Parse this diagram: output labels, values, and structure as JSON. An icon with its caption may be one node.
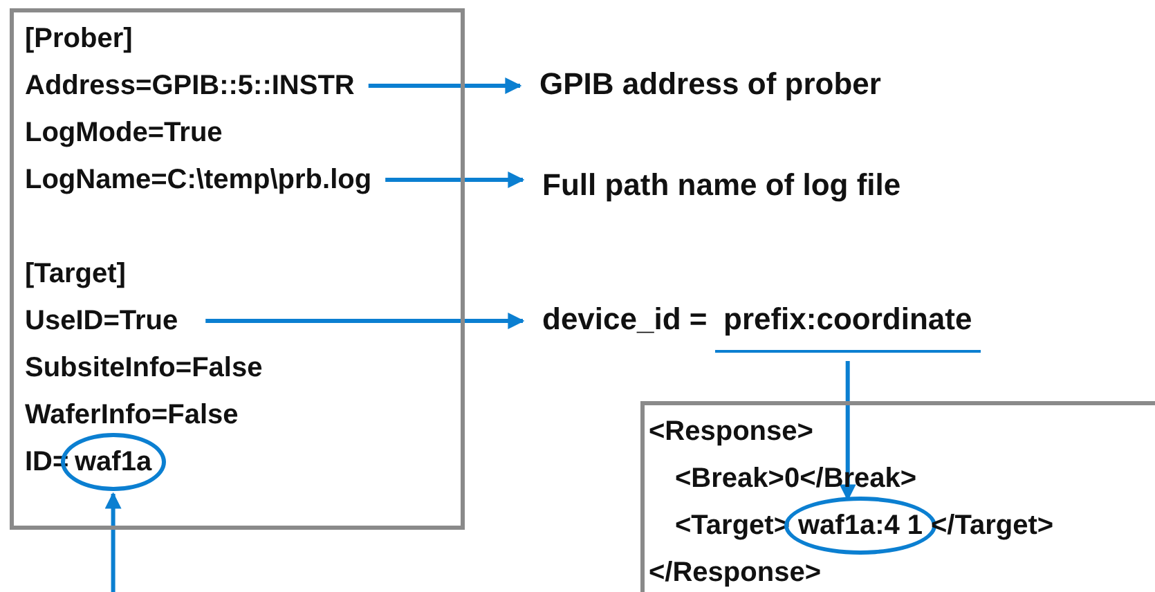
{
  "diagram": {
    "nodes": [
      {
        "text": [],
        "shape": "box"
      },
      {
        "text": [
          "[Prober]"
        ],
        "in": 0
      },
      {
        "text": [
          "Address=GPIB::5::INSTR"
        ],
        "in": 0
      },
      {
        "text": [
          "LogMode=True"
        ],
        "in": 0
      },
      {
        "text": [
          "LogName=C:\\temp\\prb.log"
        ],
        "in": 0
      },
      {
        "text": [
          "[Target]"
        ],
        "in": 0
      },
      {
        "text": [
          "UseID=True"
        ],
        "in": 0
      },
      {
        "text": [
          "SubsiteInfo=False"
        ],
        "in": 0
      },
      {
        "text": [
          "WaferInfo=False"
        ],
        "in": 0
      },
      {
        "text": [
          "ID="
        ],
        "in": 0
      },
      {
        "text": [
          "waf1a"
        ],
        "in": 0
      },
      {
        "text": [
          "GPIB address of prober"
        ]
      },
      {
        "text": [
          "Full path name of log file"
        ]
      },
      {
        "text": [
          "device_id ="
        ]
      },
      {
        "text": [
          "prefix:coordinate"
        ]
      },
      {
        "text": [],
        "shape": "box"
      },
      {
        "text": [
          "<Response>"
        ],
        "in": 15
      },
      {
        "text": [
          "<Break>0</Break>"
        ],
        "in": 15
      },
      {
        "text": [
          "<Target>"
        ],
        "in": 15
      },
      {
        "text": [
          "waf1a:4 1"
        ],
        "in": 15
      },
      {
        "text": [
          "</Target>"
        ],
        "in": 15
      },
      {
        "text": [
          "</Response>"
        ],
        "in": 15
      }
    ],
    "edges": [
      {
        "from": 2,
        "to": 11,
        "arrow": "to"
      },
      {
        "from": 4,
        "to": 12,
        "arrow": "to"
      },
      {
        "from": 6,
        "to": 13,
        "arrow": "to"
      },
      {
        "from": 14,
        "to": 19,
        "arrow": "to"
      },
      {
        "from": null,
        "to": 10,
        "arrow": "to"
      }
    ]
  }
}
